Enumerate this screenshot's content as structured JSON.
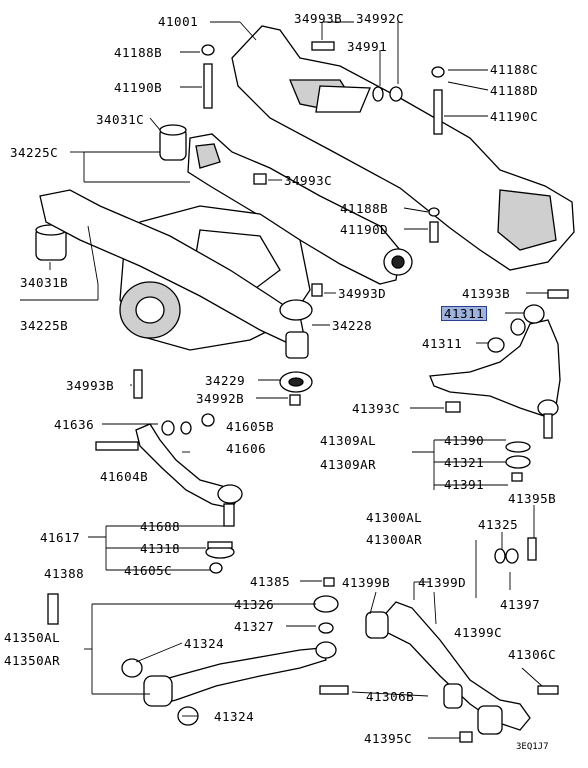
{
  "labels": {
    "p41001": "41001",
    "p34993B": "34993B",
    "p34992C": "34992C",
    "p34991": "34991",
    "p41188B_top": "41188B",
    "p41188C": "41188C",
    "p41190B": "41190B",
    "p41188D": "41188D",
    "p34031C": "34031C",
    "p41190C": "41190C",
    "p34225C": "34225C",
    "p34993C": "34993C",
    "p41188B_mid": "41188B",
    "p41190D": "41190D",
    "p34031B": "34031B",
    "p34993D": "34993D",
    "p41393B": "41393B",
    "p34225B": "34225B",
    "p41311_hl": "41311",
    "p34228": "34228",
    "p41311": "41311",
    "p34229": "34229",
    "p34993B_b": "34993B",
    "p34992B": "34992B",
    "p41393C": "41393C",
    "p41636": "41636",
    "p41605B": "41605B",
    "p41309AL": "41309AL",
    "p41390": "41390",
    "p41606": "41606",
    "p41309AR": "41309AR",
    "p41321": "41321",
    "p41604B": "41604B",
    "p41391": "41391",
    "p41395B": "41395B",
    "p41300AL": "41300AL",
    "p41688": "41688",
    "p41617": "41617",
    "p41325": "41325",
    "p41300AR": "41300AR",
    "p41318": "41318",
    "p41605C": "41605C",
    "p41397": "41397",
    "p41388": "41388",
    "p41385": "41385",
    "p41399B": "41399B",
    "p41399D": "41399D",
    "p41326": "41326",
    "p41399C": "41399C",
    "p41350AL": "41350AL",
    "p41327": "41327",
    "p41306C": "41306C",
    "p41324_a": "41324",
    "p41350AR": "41350AR",
    "p41306B": "41306B",
    "p41324_b": "41324",
    "p41395C": "41395C"
  },
  "diagram_code": "3EQ1J7",
  "highlight_color": "#9fb3df"
}
